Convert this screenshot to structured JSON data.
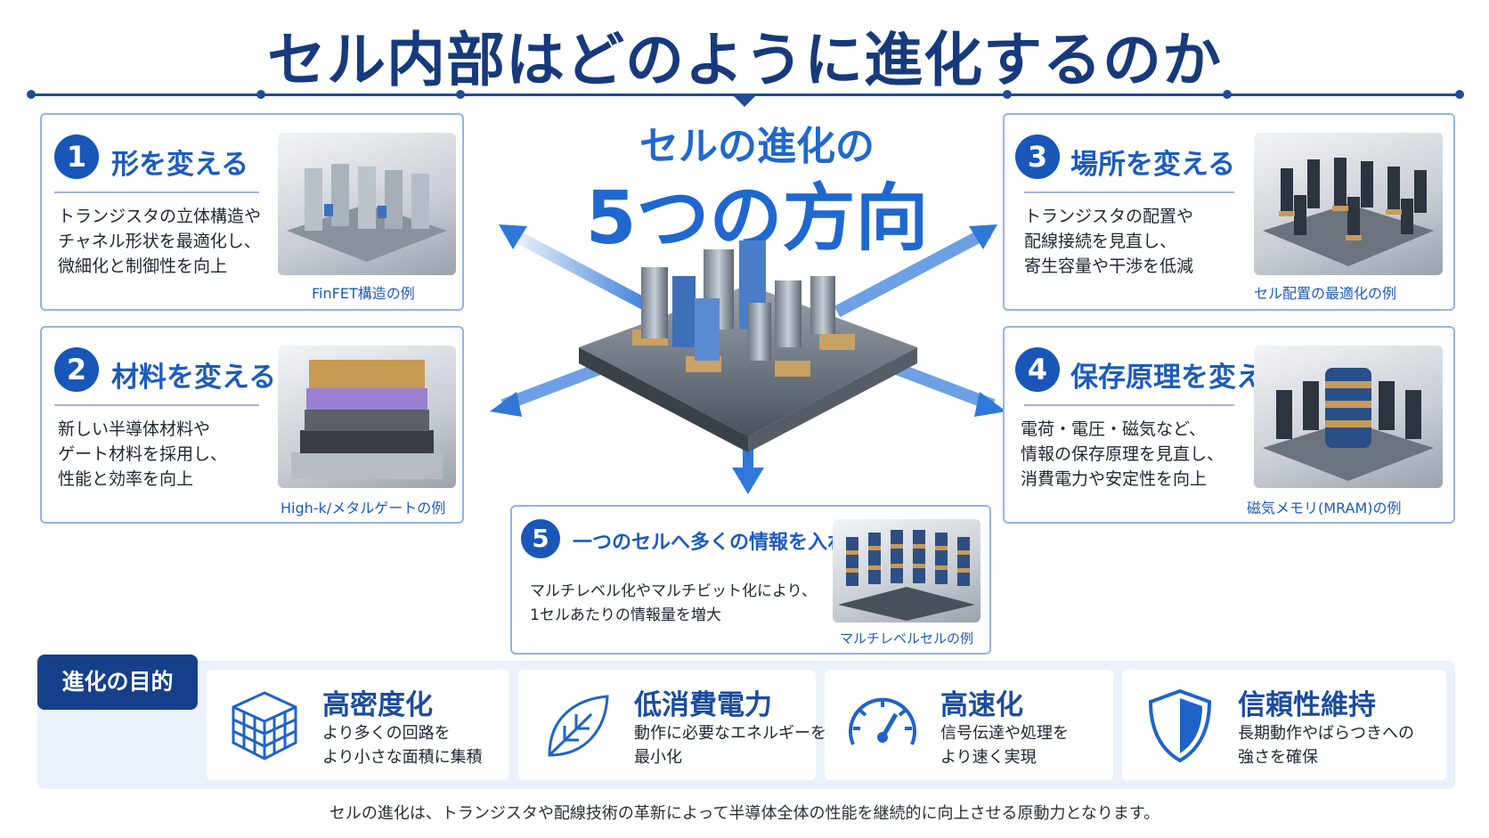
{
  "title": "セル内部はどのように進化するのか",
  "center": {
    "subtitle": "セルの進化の",
    "headline": "5つの方向"
  },
  "cards": [
    {
      "num": "1",
      "title": "形を変える",
      "desc": [
        "トランジスタの立体構造や",
        "チャネル形状を最適化し、",
        "微細化と制御性を向上"
      ],
      "caption": "FinFET構造の例"
    },
    {
      "num": "2",
      "title": "材料を変える",
      "desc": [
        "新しい半導体材料や",
        "ゲート材料を採用し、",
        "性能と効率を向上"
      ],
      "caption": "High-k/メタルゲートの例"
    },
    {
      "num": "3",
      "title": "場所を変える",
      "desc": [
        "トランジスタの配置や",
        "配線接続を見直し、",
        "寄生容量や干渉を低減"
      ],
      "caption": "セル配置の最適化の例"
    },
    {
      "num": "4",
      "title": "保存原理を変える",
      "desc": [
        "電荷・電圧・磁気など、",
        "情報の保存原理を見直し、",
        "消費電力や安定性を向上"
      ],
      "caption": "磁気メモリ(MRAM)の例"
    },
    {
      "num": "5",
      "title": "一つのセルへ多くの情報を入れる",
      "desc": [
        "マルチレベル化やマルチビット化により、",
        "1セルあたりの情報量を増大"
      ],
      "caption": "マルチレベルセルの例"
    }
  ],
  "purpose": {
    "label": "進化の目的",
    "items": [
      {
        "title": "高密度化",
        "desc": [
          "より多くの回路を",
          "より小さな面積に集積"
        ],
        "icon": "cube-grid-icon"
      },
      {
        "title": "低消費電力",
        "desc": [
          "動作に必要なエネルギーを",
          "最小化"
        ],
        "icon": "leaf-icon"
      },
      {
        "title": "高速化",
        "desc": [
          "信号伝達や処理を",
          "より速く実現"
        ],
        "icon": "speedometer-icon"
      },
      {
        "title": "信頼性維持",
        "desc": [
          "長期動作やばらつきへの",
          "強さを確保"
        ],
        "icon": "shield-icon"
      }
    ]
  },
  "footer": "セルの進化は、トランジスタや配線技術の革新によって半導体全体の性能を継続的に向上させる原動力となります。",
  "colors": {
    "primary": "#1856b8",
    "dark": "#16408a",
    "card_border": "#93b4e4",
    "arrow": "#2f78d8"
  }
}
